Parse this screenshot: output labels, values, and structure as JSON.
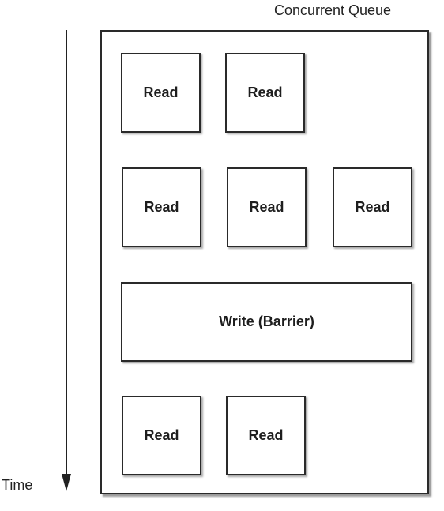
{
  "diagram": {
    "queue_title": "Concurrent Queue",
    "time_label": "Time",
    "rows": [
      {
        "tasks": [
          "Read",
          "Read"
        ]
      },
      {
        "tasks": [
          "Read",
          "Read",
          "Read"
        ]
      },
      {
        "tasks": [
          "Write (Barrier)"
        ]
      },
      {
        "tasks": [
          "Read",
          "Read"
        ]
      }
    ]
  }
}
